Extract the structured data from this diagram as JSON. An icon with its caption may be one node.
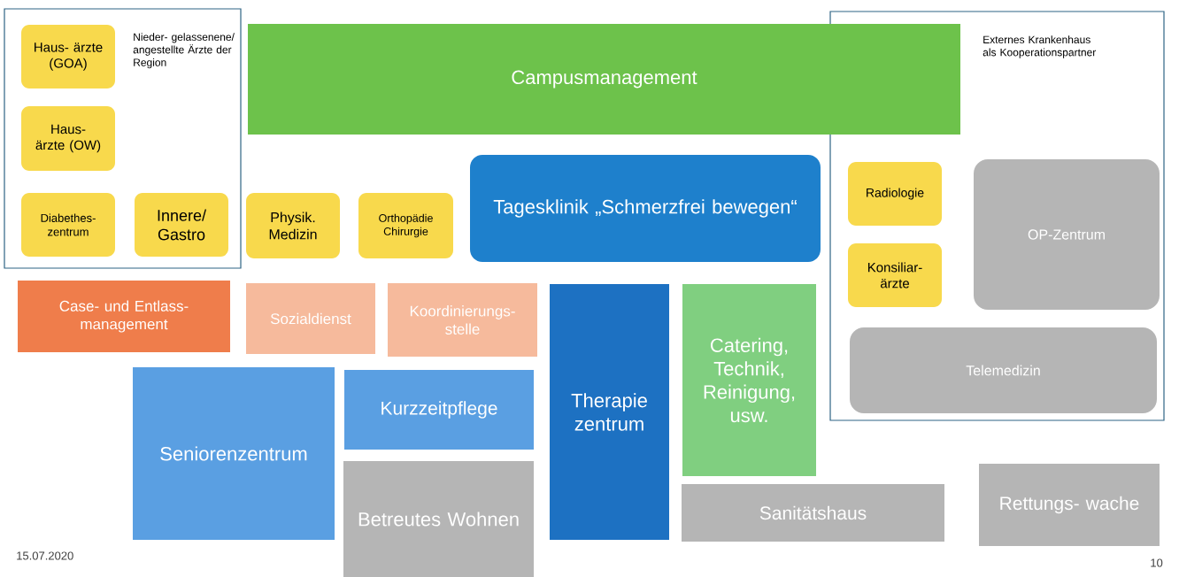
{
  "diagram": {
    "nodes": [
      {
        "text": [
          "Nieder- gelassenene/ angestellte Ärzte der Region"
        ]
      },
      {
        "text": [
          "Haus- ärzte (GOA)"
        ],
        "in": 0
      },
      {
        "text": [
          "Haus- ärzte (OW)"
        ],
        "in": 0
      },
      {
        "text": [
          "Diabethes- zentrum"
        ],
        "in": 0
      },
      {
        "text": [
          "Innere/ Gastro"
        ],
        "in": 0
      },
      {
        "text": [
          "Campusmanagement"
        ]
      },
      {
        "text": [
          "Externes Krankenhaus als Kooperationspartner"
        ]
      },
      {
        "text": [
          "Physik. Medizin"
        ]
      },
      {
        "text": [
          "Orthopädie Chirurgie"
        ]
      },
      {
        "text": [
          "Tagesklinik „Schmerzfrei bewegen“"
        ]
      },
      {
        "text": [
          "Radiologie"
        ],
        "in": 6
      },
      {
        "text": [
          "Konsiliar- ärzte"
        ],
        "in": 6
      },
      {
        "text": [
          "OP-Zentrum"
        ],
        "in": 6
      },
      {
        "text": [
          "Telemedizin"
        ],
        "in": 6
      },
      {
        "text": [
          "Case- und Entlass- management"
        ]
      },
      {
        "text": [
          "Sozialdienst"
        ]
      },
      {
        "text": [
          "Koordinierungs- stelle"
        ]
      },
      {
        "text": [
          "Therapie zentrum"
        ]
      },
      {
        "text": [
          "Catering, Technik, Reinigung, usw."
        ]
      },
      {
        "text": [
          "Seniorenzentrum"
        ]
      },
      {
        "text": [
          "Kurzzeitpflege"
        ]
      },
      {
        "text": [
          "Betreutes Wohnen"
        ]
      },
      {
        "text": [
          "Sanitätshaus"
        ]
      },
      {
        "text": [
          "Rettungs- wache"
        ]
      }
    ],
    "labels": [
      "15.07.2020",
      "10"
    ]
  }
}
